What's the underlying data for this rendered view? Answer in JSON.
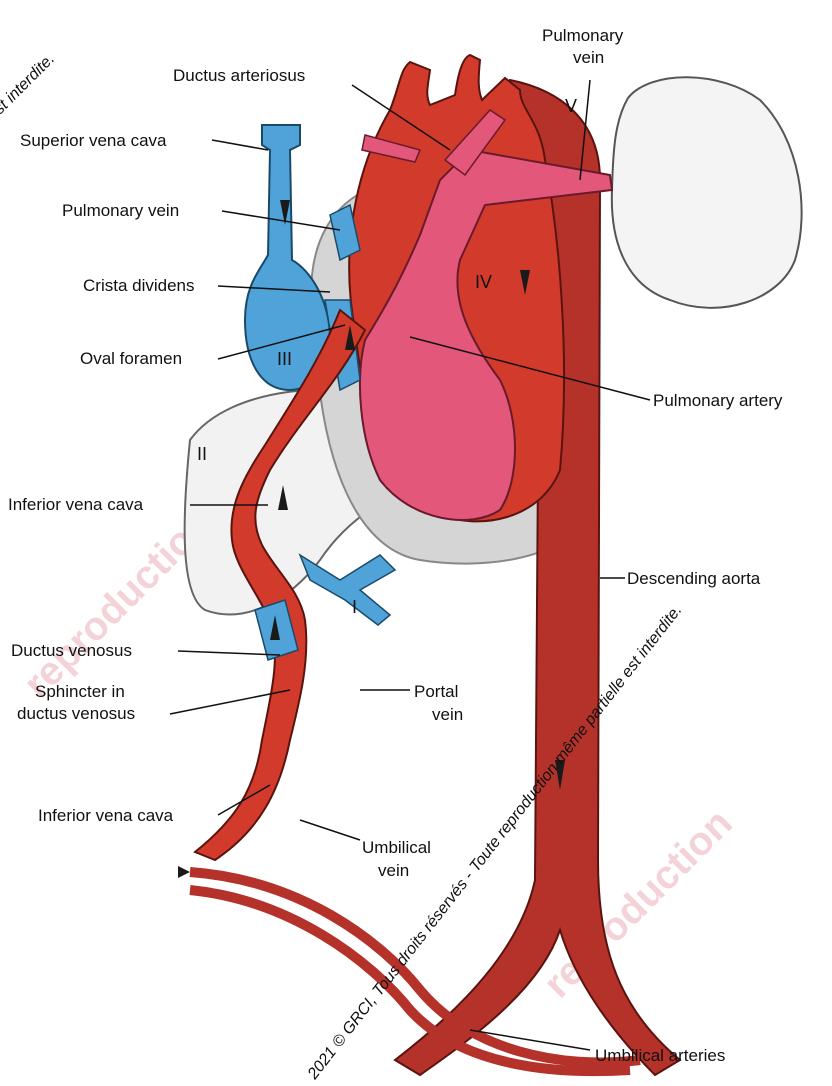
{
  "labels": {
    "pulmonary_vein_top_1": "Pulmonary",
    "pulmonary_vein_top_2": "vein",
    "ductus_arteriosus": "Ductus arteriosus",
    "superior_vena_cava": "Superior vena cava",
    "pulmonary_vein_left": "Pulmonary vein",
    "crista_dividens": "Crista dividens",
    "oval_foramen": "Oval foramen",
    "pulmonary_artery": "Pulmonary artery",
    "inferior_vena_cava_upper": "Inferior vena cava",
    "descending_aorta": "Descending aorta",
    "ductus_venosus": "Ductus venosus",
    "sphincter_1": "Sphincter in",
    "sphincter_2": "ductus venosus",
    "portal_vein_1": "Portal",
    "portal_vein_2": "vein",
    "inferior_vena_cava_lower": "Inferior vena cava",
    "umbilical_vein_1": "Umbilical",
    "umbilical_vein_2": "vein",
    "umbilical_arteries": "Umbilical arteries"
  },
  "roman_numerals": {
    "I": "I",
    "II": "II",
    "III": "III",
    "IV": "IV",
    "V": "V"
  },
  "watermark": {
    "copyright": "2021 © GRCI, Tous droits réservés - Toute reproduction même partielle est interdite.",
    "copyright_corner": "st interdite.",
    "text_fragment": "reproduction"
  },
  "colors": {
    "oxygenated": "#d23b2b",
    "deoxygenated": "#4fa3d9",
    "pulmonary_artery": "#e2577a",
    "liver": "#f2f2f2",
    "aorta": "#b4322a"
  }
}
